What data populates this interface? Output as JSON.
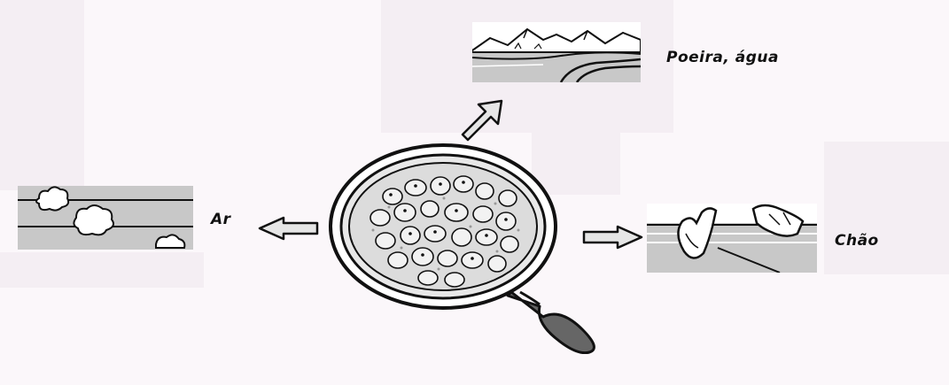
{
  "labels": {
    "top": "Poeira, água",
    "left": "Ar",
    "right": "Chão"
  },
  "colors": {
    "background": "#fbf7fa",
    "panel_fill": "#c8c8c8",
    "ink": "#111111",
    "arrow_fill": "#e6e6e6",
    "lens_fill": "#e2e2e2",
    "handle_fill": "#666666"
  },
  "icons": {
    "center": "magnifying-glass-with-microbes",
    "top": "mountains-and-river",
    "left": "clouds-in-sky",
    "right": "hand-touching-floor"
  }
}
